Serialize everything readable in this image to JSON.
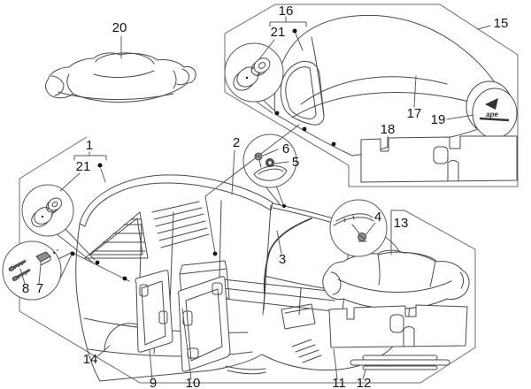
{
  "diagram": {
    "type": "exploded-parts-line-drawing",
    "subject": "three-wheeler vehicle body, canopy and trim panels",
    "badge_text": "ape",
    "colors": {
      "background": "#ffffff",
      "line": "#4a4a4a",
      "enclosure_line": "#6b6b6b",
      "label": "#151515"
    },
    "callouts": {
      "c1": "1",
      "c2": "2",
      "c3": "3",
      "c4": "4",
      "c5": "5",
      "c6": "6",
      "c7": "7",
      "c8": "8",
      "c9": "9",
      "c10": "10",
      "c11": "11",
      "c12": "12",
      "c13": "13",
      "c14": "14",
      "c15": "15",
      "c16": "16",
      "c17": "17",
      "c18": "18",
      "c19": "19",
      "c20": "20",
      "c21_top": "21",
      "c21_left": "21"
    }
  }
}
